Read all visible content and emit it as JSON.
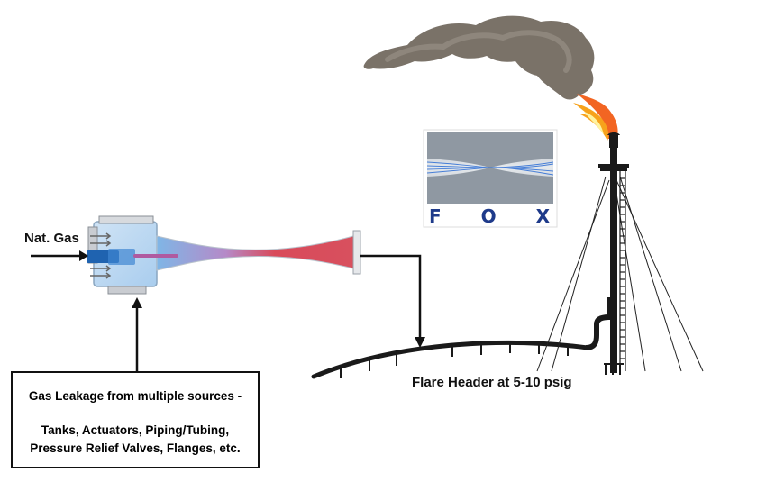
{
  "labels": {
    "inlet": "Nat. Gas",
    "header": "Flare Header at 5-10 psig"
  },
  "leak_box": {
    "title": "Gas Leakage from multiple sources -",
    "line1": "Tanks, Actuators, Piping/Tubing,",
    "line2": "Pressure Relief Valves, Flanges, etc."
  },
  "logo": {
    "letters": [
      "F",
      "O",
      "X"
    ]
  },
  "colors": {
    "arrow": "#111111",
    "pipe": "#1a1a1a",
    "smoke": "#7a7268",
    "flame": "#f26522",
    "logo": "#1e3a8a",
    "ejector_hot": "#d94a5a",
    "ejector_cold": "#7fb6e6"
  }
}
